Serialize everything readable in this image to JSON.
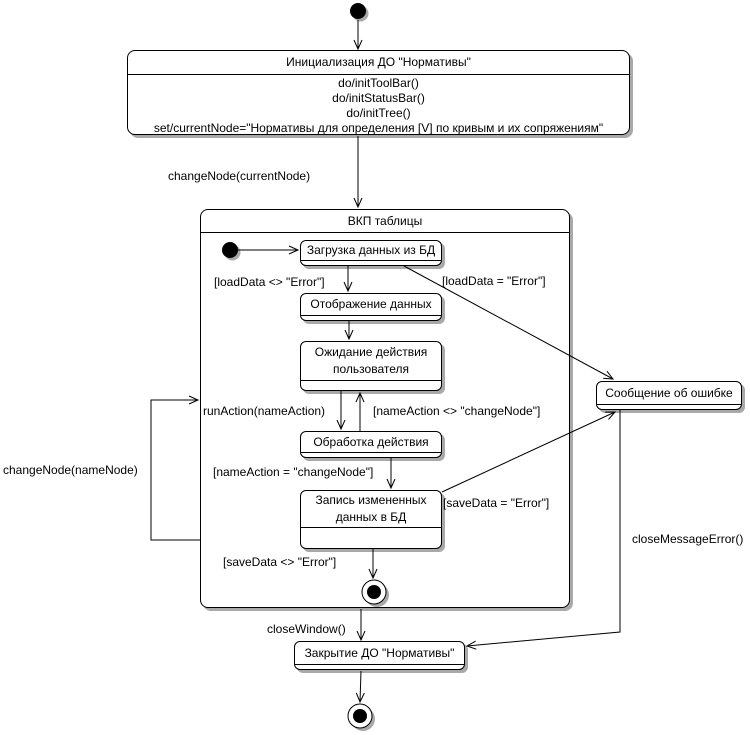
{
  "diagram": {
    "kind": "uml-state-diagram",
    "colors": {
      "stroke": "#000000",
      "fill": "#ffffff",
      "shadow": "#a9a9a9",
      "text": "#000000"
    },
    "icons": {
      "initial_state": "filled-black-circle",
      "final_state": "bullseye-circle"
    }
  },
  "states": {
    "init": {
      "title": "Инициализация ДО \"Нормативы\"",
      "activities": [
        "do/initToolBar()",
        "do/initStatusBar()",
        "do/initTree()",
        "set/currentNode=\"Нормативы для определения [V] по кривым и их сопряжениям\""
      ]
    },
    "vkp": {
      "title": "ВКП таблицы"
    },
    "load": {
      "title": "Загрузка данных из БД"
    },
    "display": {
      "title": "Отображение данных"
    },
    "wait": {
      "lines": [
        "Ожидание действия",
        "пользователя"
      ]
    },
    "process": {
      "title": "Обработка действия"
    },
    "save": {
      "lines": [
        "Запись измененных",
        "данных в БД"
      ]
    },
    "error": {
      "title": "Сообщение об ошибке"
    },
    "close": {
      "title": "Закрытие ДО \"Нормативы\""
    }
  },
  "transitions": {
    "change_node_current": "changeNode(currentNode)",
    "load_ok": "[loadData <> \"Error\"]",
    "load_err": "[loadData = \"Error\"]",
    "run_action": "runAction(nameAction)",
    "action_not_change": "[nameAction <> \"changeNode\"]",
    "action_change": "[nameAction = \"changeNode\"]",
    "save_err": "[saveData = \"Error\"]",
    "save_ok": "[saveData <> \"Error\"]",
    "change_node_name": "changeNode(nameNode)",
    "close_window": "closeWindow()",
    "close_message_error": "closeMessageError()"
  }
}
